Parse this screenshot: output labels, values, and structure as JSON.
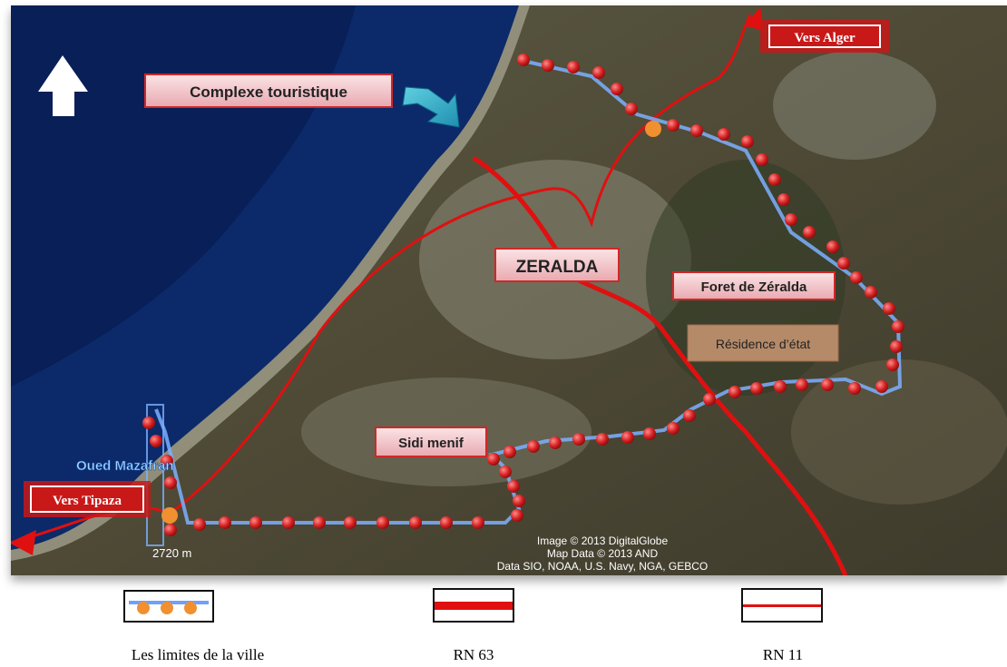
{
  "map": {
    "labels": {
      "vers_alger": "Vers Alger",
      "vers_tipaza": "Vers Tipaza",
      "complexe": "Complexe touristique",
      "zeralda": "ZERALDA",
      "foret": "Foret de Zéralda",
      "residence": "Résidence d’état",
      "sidi_menif": "Sidi menif",
      "oued": "Oued Mazafran",
      "scale": "2720 m",
      "credit_line1": "Image © 2013 DigitalGlobe",
      "credit_line2": "Map Data © 2013 AND",
      "credit_line3": "Data SIO, NOAA, U.S. Navy, NGA, GEBCO"
    },
    "icons": [
      "north-arrow-icon",
      "pointer-arrow-icon"
    ],
    "colors": {
      "sea": "#0b2a6b",
      "road": "#e01010",
      "boundary_line": "#6fa0ff",
      "boundary_dot": "#d62020",
      "junction_dot": "#f09030",
      "label_bg": "#f4c8cc",
      "label_text": "#1a1a1a"
    }
  },
  "legend": {
    "items": [
      {
        "label": "Les limites de la ville"
      },
      {
        "label": "RN 63"
      },
      {
        "label": "RN 11"
      }
    ]
  }
}
